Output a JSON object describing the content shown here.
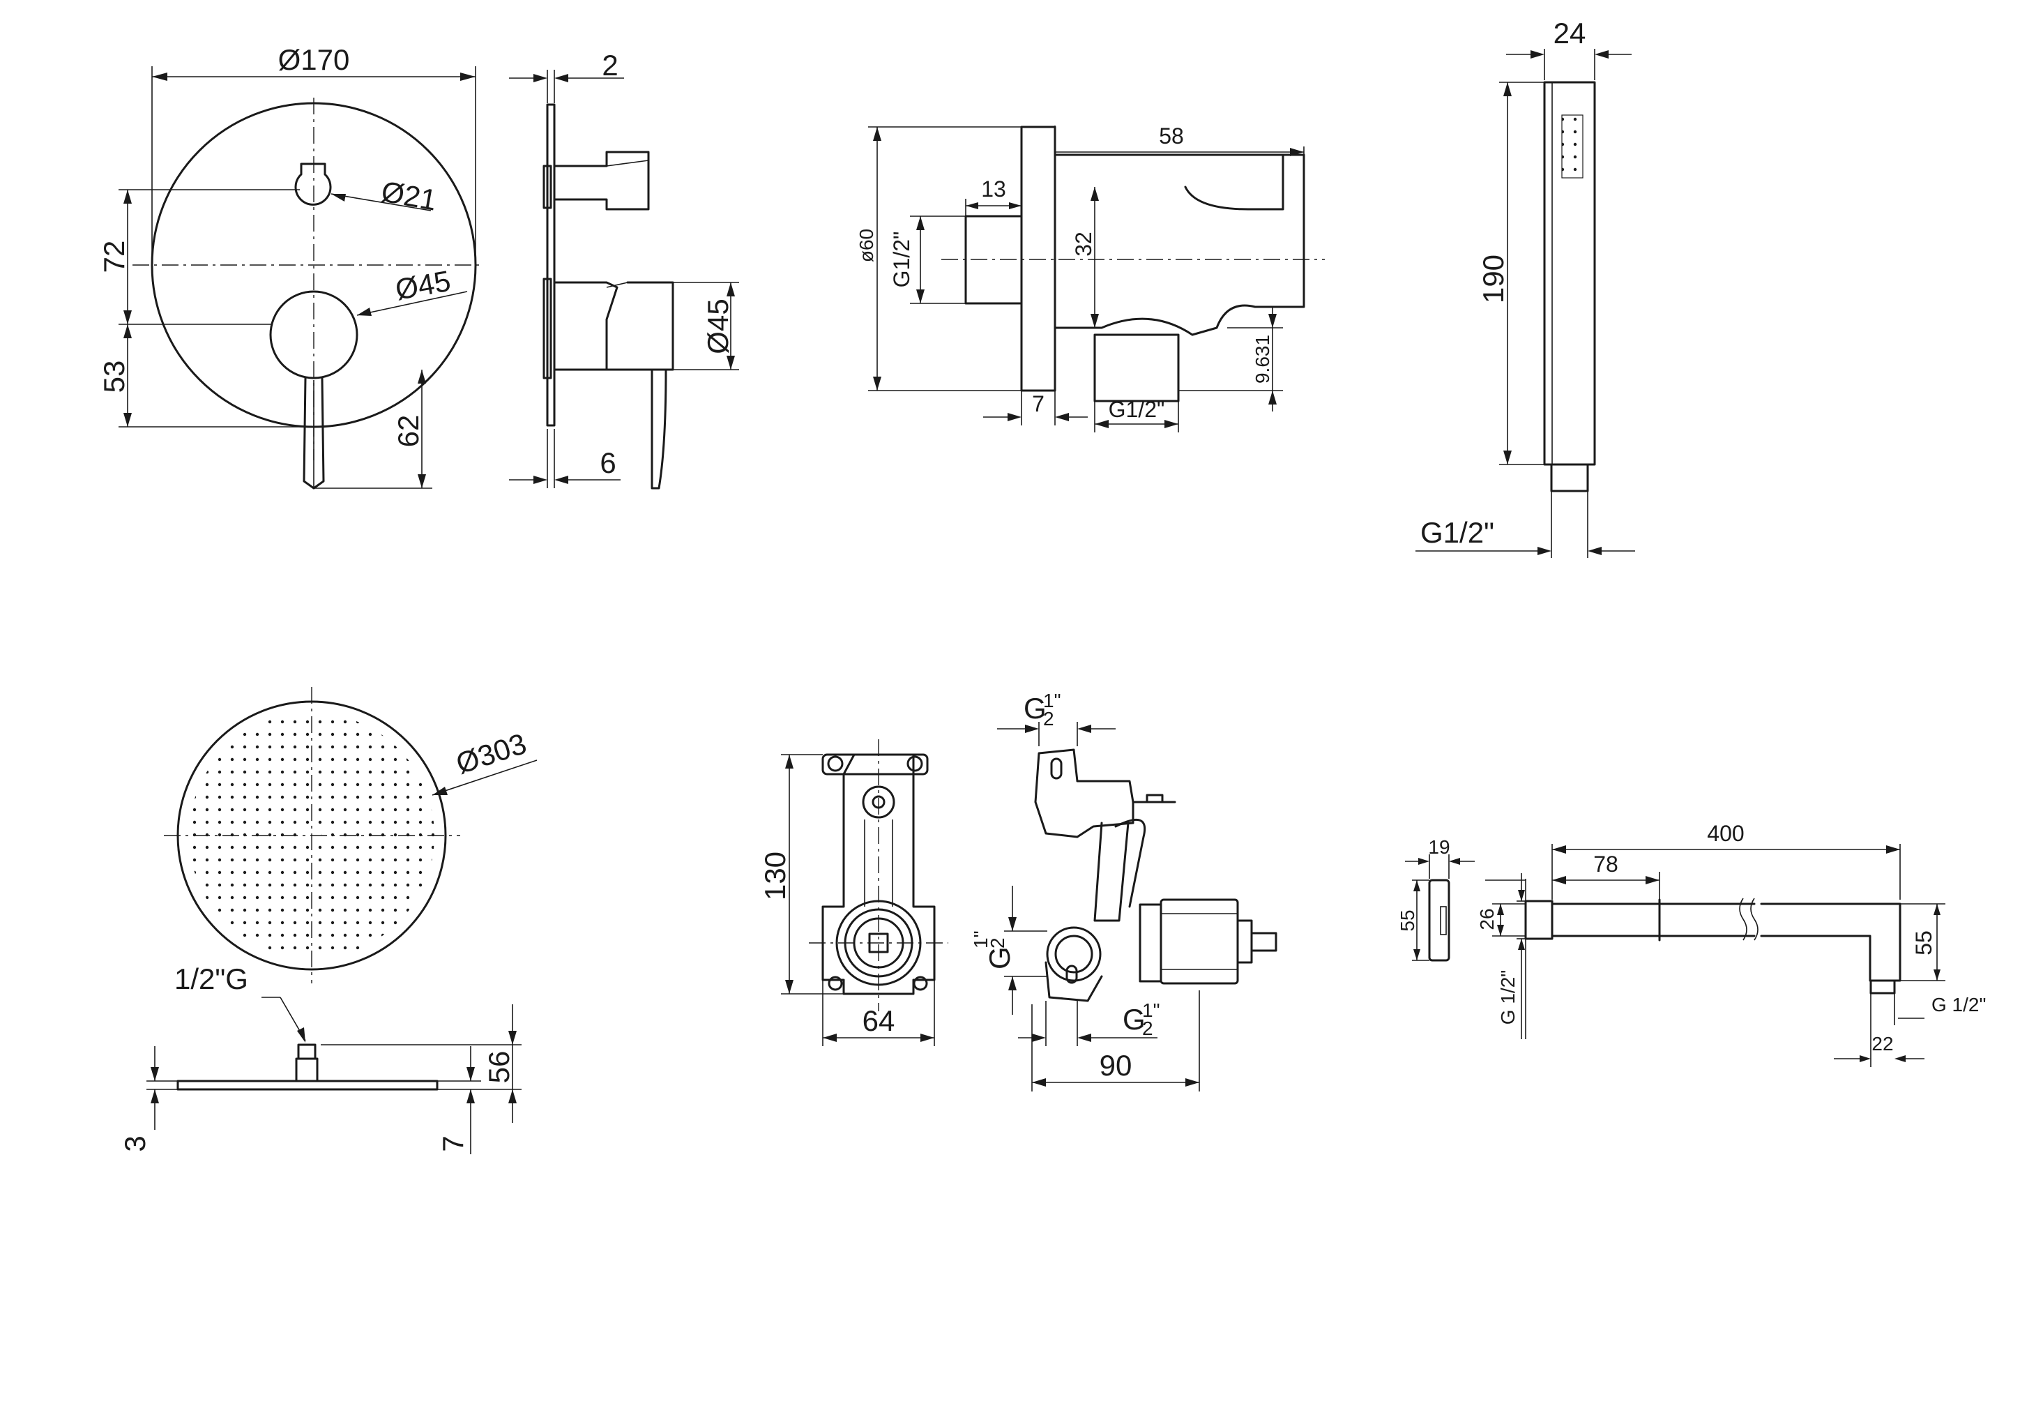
{
  "colors": {
    "ink": "#1a1a1a",
    "paper": "#ffffff"
  },
  "mixer": {
    "front": {
      "dia_outer": "Ø170",
      "dia_hole": "Ø21",
      "dia_knob": "Ø45",
      "h_72": "72",
      "h_53": "53",
      "h_62": "62"
    },
    "side": {
      "d_2": "2",
      "d_45": "Ø45",
      "d_6": "6"
    }
  },
  "holder": {
    "d_58": "58",
    "d_13": "13",
    "d_60": "ø60",
    "thread_top": "G1/2\"",
    "d_32": "32",
    "d_9631": "9.631",
    "d_7": "7",
    "thread_bottom": "G1/2\""
  },
  "hand_shower": {
    "d_24": "24",
    "d_190": "190",
    "thread": "G1/2\""
  },
  "head": {
    "dia": "Ø303",
    "thread": "1/2\"G",
    "d_56": "56",
    "d_3": "3",
    "d_7": "7"
  },
  "body": {
    "d_130": "130",
    "d_64": "64",
    "d_90": "90",
    "g_top": "G",
    "g_side": "G",
    "g_bottom": "G",
    "frac": "1\"",
    "frac_den": "2"
  },
  "arm": {
    "d_19": "19",
    "d_55_left": "55",
    "d_26": "26",
    "d_400": "400",
    "d_78": "78",
    "d_55_right": "55",
    "thread_left": "G 1/2\"",
    "thread_right": "G 1/2\"",
    "d_22": "22"
  }
}
